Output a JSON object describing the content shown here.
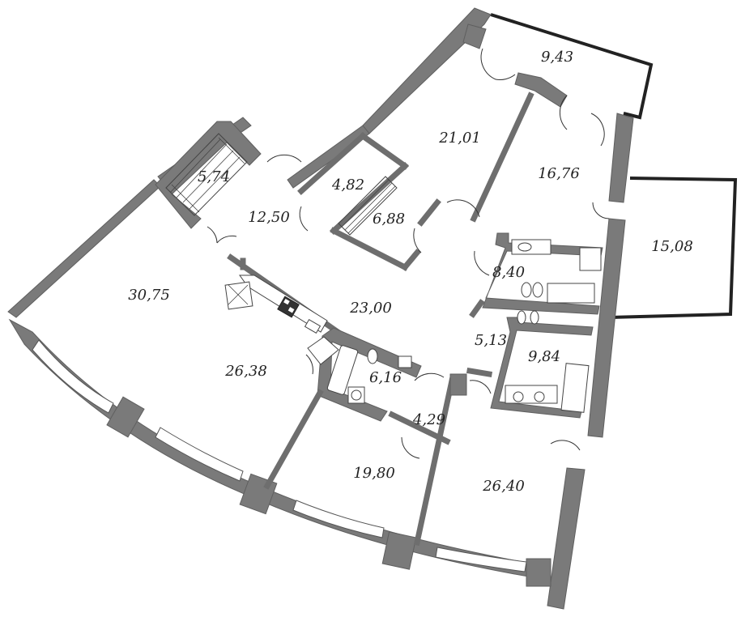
{
  "rooms": [
    {
      "id": "balcony-top",
      "area": "9,43"
    },
    {
      "id": "room-top-center",
      "area": "21,01"
    },
    {
      "id": "room-top-right",
      "area": "16,76"
    },
    {
      "id": "terrace-right",
      "area": "15,08"
    },
    {
      "id": "wardrobe-left",
      "area": "5,74"
    },
    {
      "id": "hall-upper",
      "area": "12,50"
    },
    {
      "id": "closet-small",
      "area": "4,82"
    },
    {
      "id": "storage-hatched",
      "area": "6,88"
    },
    {
      "id": "bath-upper-right",
      "area": "8,40"
    },
    {
      "id": "living-large",
      "area": "30,75"
    },
    {
      "id": "hall-central",
      "area": "23,00"
    },
    {
      "id": "corridor-right",
      "area": "5,13"
    },
    {
      "id": "bath-right",
      "area": "9,84"
    },
    {
      "id": "room-left-lower",
      "area": "26,38"
    },
    {
      "id": "bath-center",
      "area": "6,16"
    },
    {
      "id": "closet-lower",
      "area": "4,29"
    },
    {
      "id": "bedroom-bottom-center",
      "area": "19,80"
    },
    {
      "id": "bedroom-bottom-right",
      "area": "26,40"
    }
  ]
}
